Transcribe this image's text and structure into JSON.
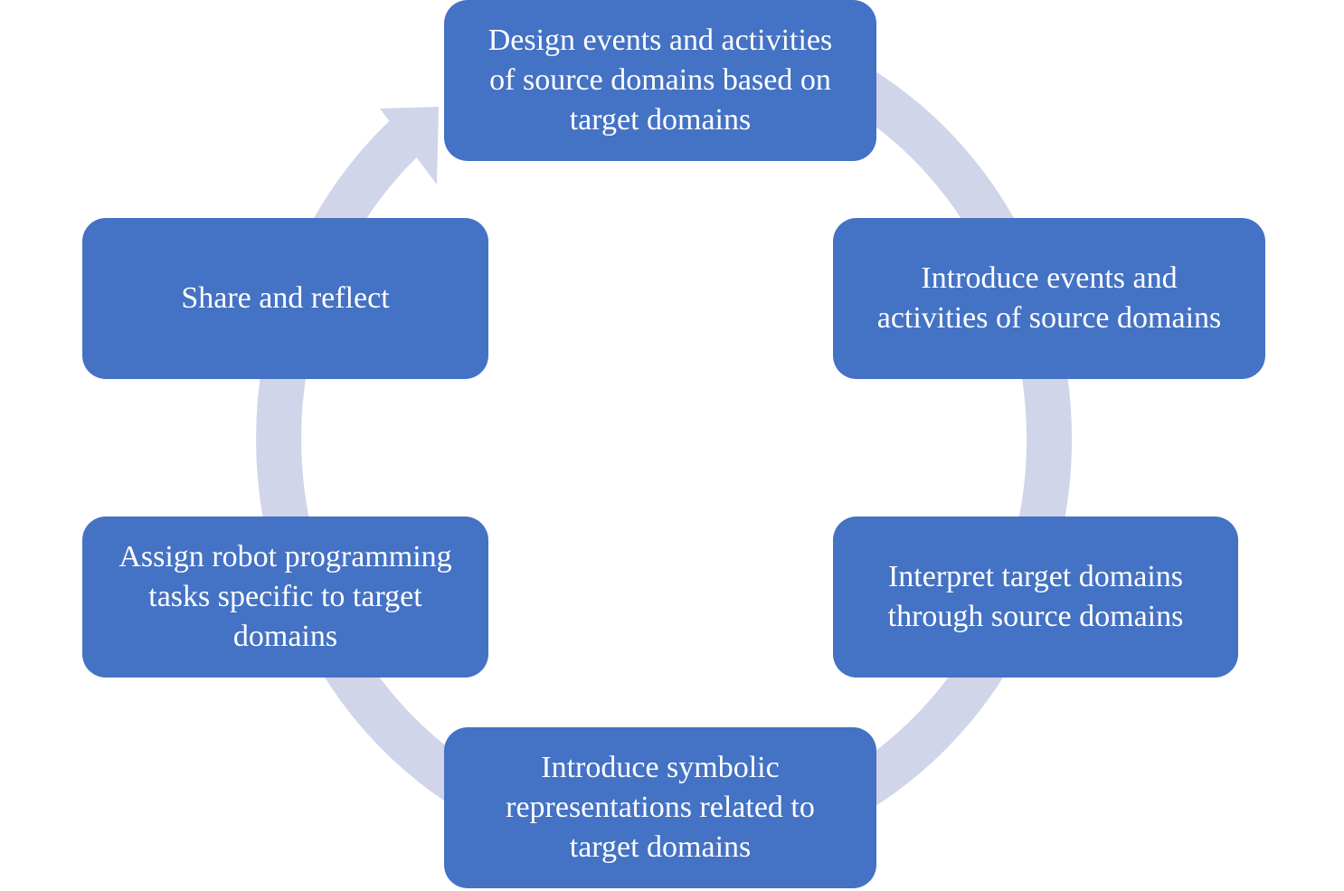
{
  "colors": {
    "box_fill": "#4472C4",
    "box_text": "#FFFFFF",
    "cycle_arrow": "#D0D5EA",
    "background": "#FFFFFF"
  },
  "steps": [
    {
      "label": "Design events and activities\nof source domains based on\ntarget domains"
    },
    {
      "label": "Introduce events and\nactivities of source domains"
    },
    {
      "label": "Interpret target domains\nthrough source domains"
    },
    {
      "label": "Introduce symbolic\nrepresentations related to\ntarget domains"
    },
    {
      "label": "Assign robot programming\ntasks specific to target\ndomains"
    },
    {
      "label": "Share and reflect"
    }
  ]
}
